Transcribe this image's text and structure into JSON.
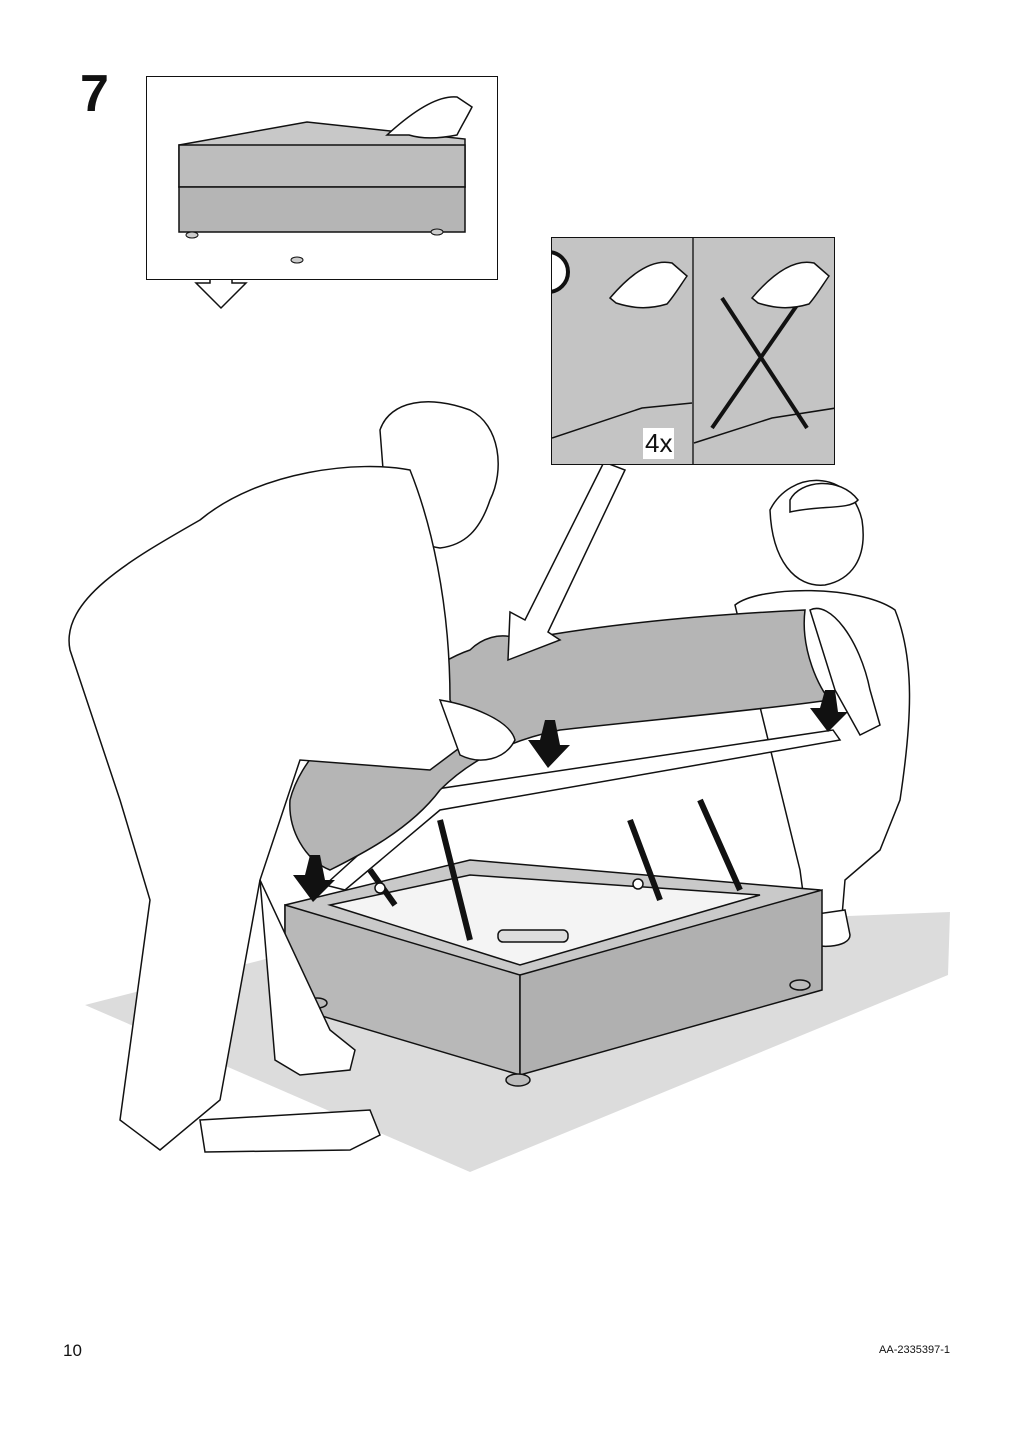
{
  "step": {
    "number": "7"
  },
  "info_panel": {
    "count_label": "4x",
    "icon": "info-icon",
    "wrong_mark": "cross-icon"
  },
  "footer": {
    "page_number": "10",
    "document_code": "AA-2335397-1"
  },
  "colors": {
    "fabric_gray": "#b8b8b8",
    "floor_gray": "#dcdcdc",
    "line": "#111111"
  }
}
